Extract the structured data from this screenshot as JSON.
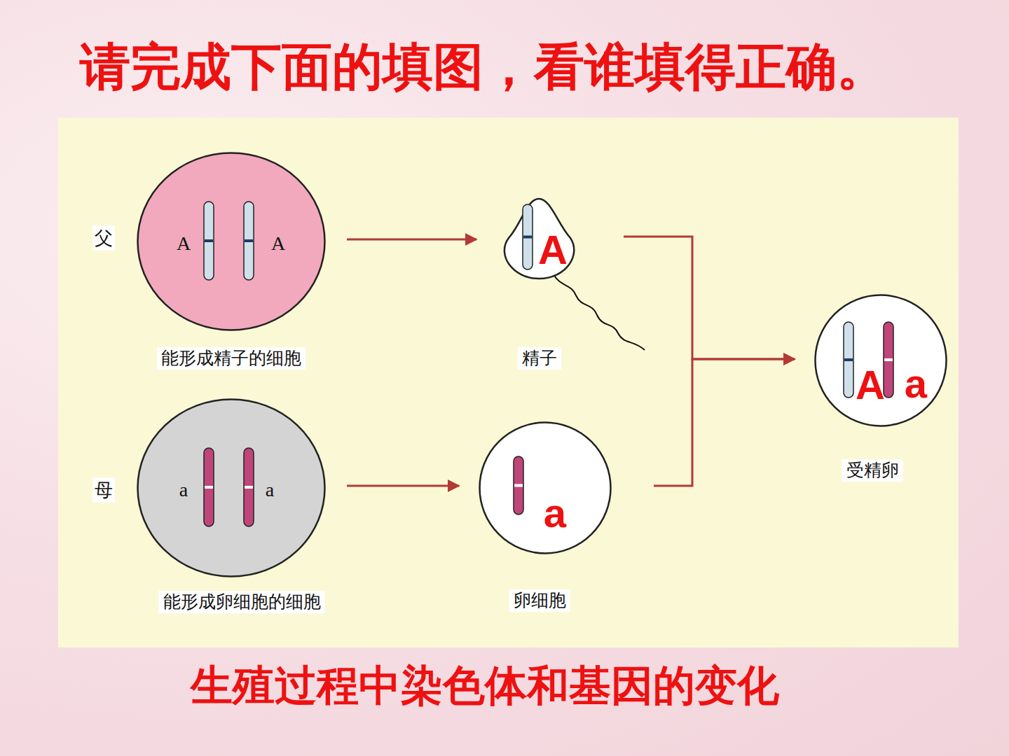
{
  "diagram": {
    "title": "请完成下面的填图，看谁填得正确。",
    "caption": "生殖过程中染色体和基因的变化",
    "nodes": [
      {
        "text": [
          "A",
          "A",
          "能形成精子的细胞"
        ]
      },
      {
        "text": [
          "A",
          "精子"
        ]
      },
      {
        "text": [
          "A",
          "a",
          "受精卵"
        ]
      },
      {
        "text": [
          "a",
          "a",
          "能形成卵细胞的细胞"
        ]
      },
      {
        "text": [
          "a",
          "卵细胞"
        ]
      }
    ],
    "edges": [
      {
        "from": 0,
        "to": 1,
        "arrow": "to"
      },
      {
        "from": 3,
        "to": 4,
        "arrow": "to"
      },
      {
        "from": 1,
        "to": 2,
        "arrow": "to"
      },
      {
        "from": 4,
        "to": 2,
        "arrow": "to"
      }
    ],
    "labels": [
      "父",
      "母"
    ]
  }
}
